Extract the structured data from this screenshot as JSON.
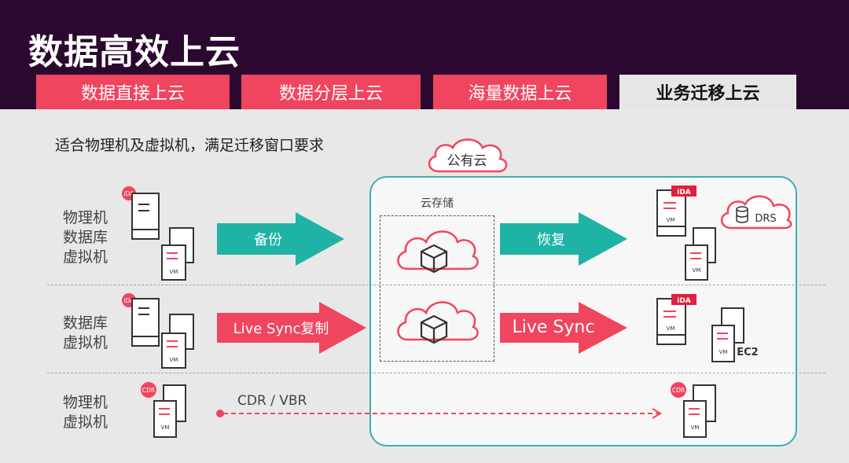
{
  "title": "数据高效上云",
  "tabs": [
    {
      "label": "数据直接上云",
      "active": false
    },
    {
      "label": "数据分层上云",
      "active": false
    },
    {
      "label": "海量数据上云",
      "active": false
    },
    {
      "label": "业务迁移上云",
      "active": true
    }
  ],
  "subtitle": "适合物理机及虚拟机，满足迁移窗口要求",
  "public_cloud": "公有云",
  "cloud_storage": "云存储",
  "rows": [
    {
      "label_lines": [
        "物理机",
        "数据库",
        "虚拟机"
      ],
      "arrow_in": "备份",
      "arrow_out": "恢复",
      "badge": "iDA",
      "target_service": "DRS"
    },
    {
      "label_lines": [
        "数据库",
        "虚拟机"
      ],
      "arrow_in": "Live Sync复制",
      "arrow_out": "Live Sync",
      "badge": "iDA",
      "target_service": "EC2"
    },
    {
      "label_lines": [
        "物理机",
        "虚拟机"
      ],
      "arrow_in": "CDR / VBR",
      "badge": "CDR"
    }
  ],
  "vm_tag": "VM",
  "colors": {
    "header_bg": "#2b0830",
    "accent_pink": "#f0455f",
    "teal": "#1fb3a5",
    "cloud_border": "#3bb0ae"
  }
}
